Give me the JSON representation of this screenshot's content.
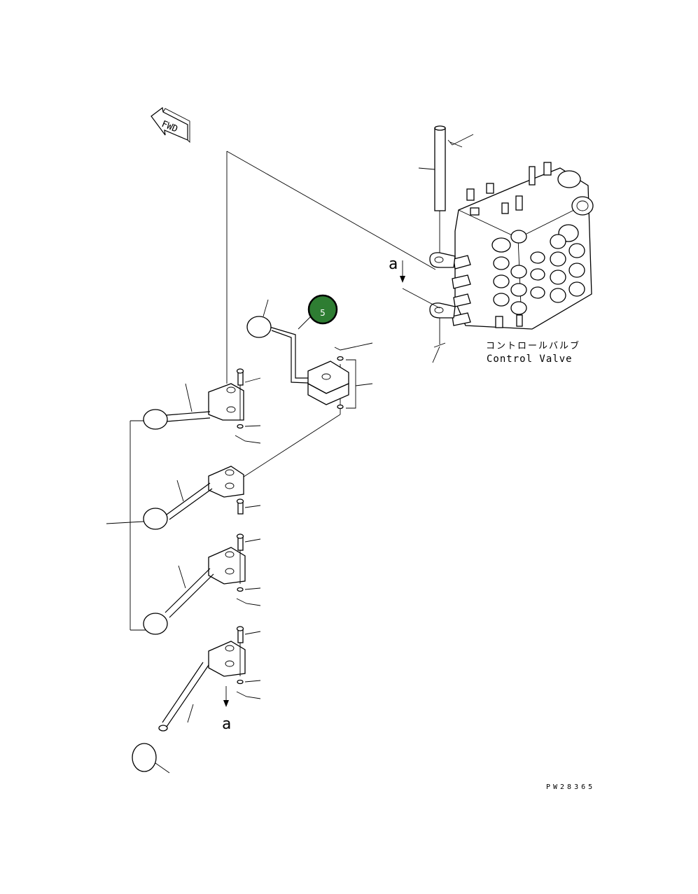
{
  "fwd_label": "FWD",
  "control_valve": {
    "label_jp": "コントロールバルブ",
    "label_en": "Control Valve"
  },
  "view_marks": {
    "top": "a",
    "bottom": "a"
  },
  "callout": {
    "number": "5",
    "color": "#2e7d32"
  },
  "drawing_number": "PW28365"
}
